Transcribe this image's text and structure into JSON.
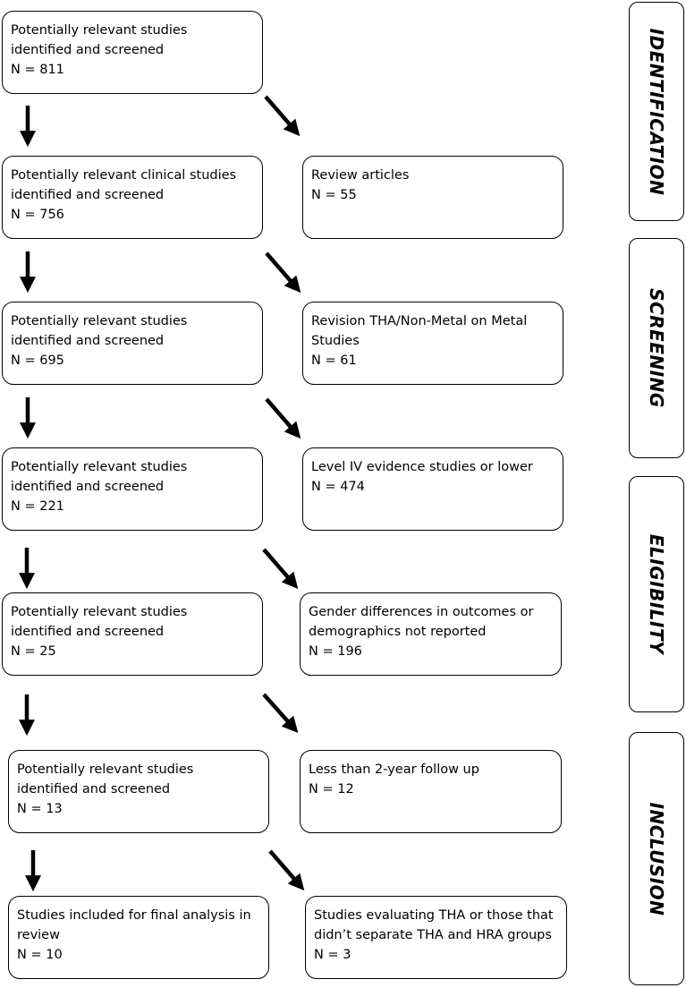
{
  "phases": [
    "IDENTIFICATION",
    "SCREENING",
    "ELIGIBILITY",
    "INCLUSION"
  ],
  "left": [
    {
      "lines": [
        "Potentially relevant studies",
        "identified and screened"
      ],
      "n": "N = 811"
    },
    {
      "lines": [
        "Potentially relevant clinical studies",
        "identified and screened"
      ],
      "n": "N = 756"
    },
    {
      "lines": [
        "Potentially relevant studies",
        "identified and screened"
      ],
      "n": "N = 695"
    },
    {
      "lines": [
        "Potentially relevant studies",
        "identified and screened"
      ],
      "n": "N = 221"
    },
    {
      "lines": [
        "Potentially relevant studies",
        "identified and screened"
      ],
      "n": "N = 25"
    },
    {
      "lines": [
        "Potentially relevant studies",
        "identified and screened"
      ],
      "n": "N = 13"
    },
    {
      "lines": [
        "Studies included for final analysis in",
        "review"
      ],
      "n": "N = 10"
    }
  ],
  "right": [
    {
      "lines": [
        "Review articles"
      ],
      "n": "N = 55"
    },
    {
      "lines": [
        "Revision THA/Non-Metal on Metal",
        "Studies"
      ],
      "n": "N = 61"
    },
    {
      "lines": [
        "Level IV evidence studies or lower"
      ],
      "n": "N = 474"
    },
    {
      "lines": [
        "Gender differences in outcomes or",
        "demographics not reported"
      ],
      "n": "N = 196"
    },
    {
      "lines": [
        "Less than 2-year follow up"
      ],
      "n": "N = 12"
    },
    {
      "lines": [
        "Studies evaluating THA or those that",
        "didn’t separate THA and HRA groups"
      ],
      "n": "N = 3"
    }
  ]
}
